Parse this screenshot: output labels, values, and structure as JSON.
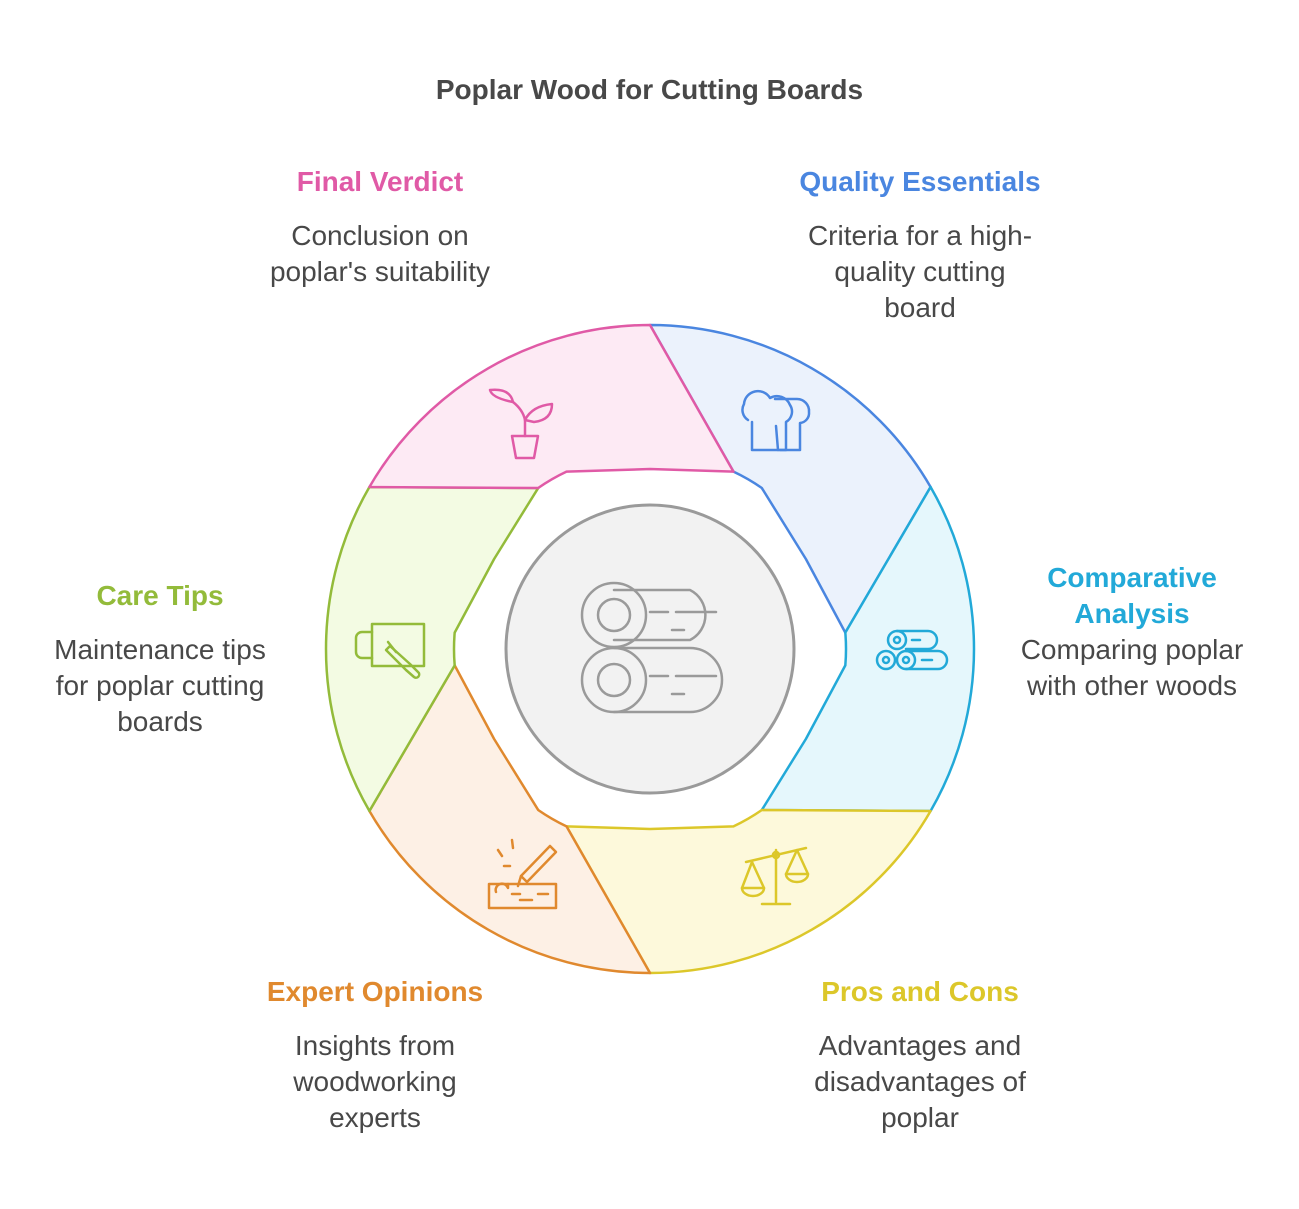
{
  "title": "Poplar Wood for Cutting Boards",
  "segments": [
    {
      "key": "quality",
      "title": "Quality Essentials",
      "description": "Criteria for a high-quality cutting board",
      "color": "#4a86e0",
      "fill": "#ebf2fc",
      "icon": "chef-hat-icon"
    },
    {
      "key": "comparative",
      "title": "Comparative Analysis",
      "description": "Comparing poplar with other woods",
      "color": "#22a9d8",
      "fill": "#e5f7fc",
      "icon": "logs-pile-icon"
    },
    {
      "key": "pros",
      "title": "Pros and Cons",
      "description": "Advantages and disadvantages of poplar",
      "color": "#dcc72a",
      "fill": "#fdf9db",
      "icon": "balance-scale-icon"
    },
    {
      "key": "expert",
      "title": "Expert Opinions",
      "description": "Insights from woodworking experts",
      "color": "#e0892e",
      "fill": "#fdf0e5",
      "icon": "wood-carving-icon"
    },
    {
      "key": "care",
      "title": "Care Tips",
      "description": "Maintenance tips for poplar cutting boards",
      "color": "#93bb3a",
      "fill": "#f3fbe3",
      "icon": "cutting-board-knife-icon"
    },
    {
      "key": "verdict",
      "title": "Final Verdict",
      "description": "Conclusion on poplar's suitability",
      "color": "#e05aa6",
      "fill": "#fdeaf4",
      "icon": "potted-plant-icon"
    }
  ],
  "center": {
    "icon": "wood-logs-icon",
    "fill": "#f2f2f2",
    "stroke": "#9a9a9a"
  }
}
